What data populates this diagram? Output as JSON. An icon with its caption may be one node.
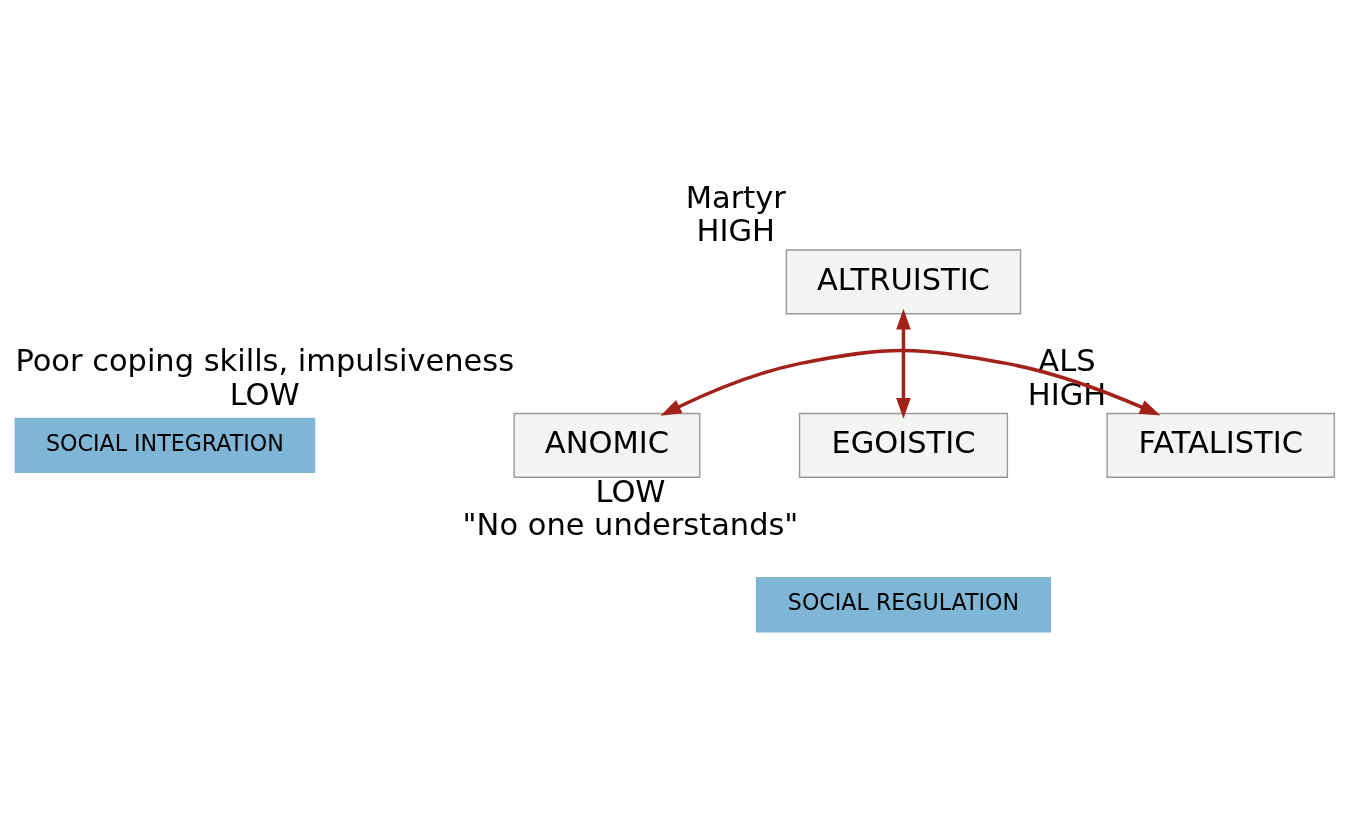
{
  "diagram": {
    "nodes": [
      {
        "text": [
          "ALTRUISTIC"
        ],
        "beside": [
          "Martyr",
          "HIGH"
        ]
      },
      {
        "text": [
          "ANOMIC"
        ],
        "beside": [
          "Poor coping skills, impulsiveness",
          "LOW"
        ]
      },
      {
        "text": [
          "FATALISTIC"
        ],
        "beside": [
          "ALS",
          "HIGH"
        ]
      },
      {
        "text": [
          "EGOISTIC"
        ],
        "beside": [
          "LOW",
          "\"No one understands\""
        ]
      }
    ],
    "edges": [
      {
        "from": 1,
        "to": 2,
        "arrow": "both"
      },
      {
        "from": 0,
        "to": 3,
        "arrow": "both"
      }
    ],
    "labels": [
      "SOCIAL INTEGRATION",
      "SOCIAL REGULATION"
    ]
  }
}
